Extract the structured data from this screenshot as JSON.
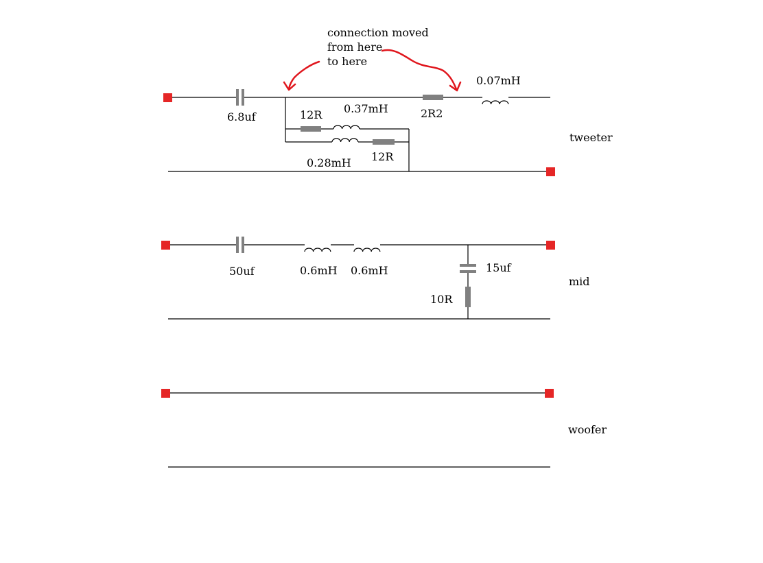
{
  "colors": {
    "terminal": "#e52626",
    "component": "#808080",
    "wire": "#000000",
    "annotation": "#e0161d"
  },
  "annotation": {
    "line1": "connection moved",
    "line2": "from here",
    "line3": "to here"
  },
  "sections": {
    "tweeter": {
      "label": "tweeter",
      "c1": "6.8uf",
      "r_top": "12R",
      "l_top": "0.37mH",
      "l_bottom": "0.28mH",
      "r_bottom": "12R",
      "r_series": "2R2",
      "l_series": "0.07mH"
    },
    "mid": {
      "label": "mid",
      "c1": "50uf",
      "l1": "0.6mH",
      "l2": "0.6mH",
      "c_shunt": "15uf",
      "r_shunt": "10R"
    },
    "woofer": {
      "label": "woofer"
    }
  }
}
